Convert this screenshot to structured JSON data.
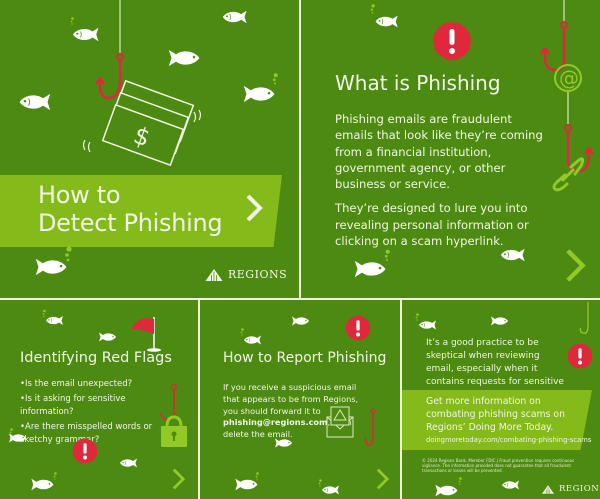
{
  "colors": {
    "panel_bg": "#4c8a12",
    "banner": "#84ba1a",
    "accent_red": "#e0283c",
    "text": "#f2f6e4",
    "icon_light_green": "#93c926",
    "divider": "#eef5d8"
  },
  "brand": {
    "logo_text": "Regions"
  },
  "panel1": {
    "title_line1": "How to",
    "title_line2": "Detect Phishing",
    "next_icon": "chevron-right"
  },
  "panel2": {
    "title": "What is Phishing",
    "paragraphs": [
      "Phishing emails are fraudulent emails that look like they’re coming from a financial institution, government agency, or other business or service.",
      "They’re designed to lure you into revealing personal information or clicking on a scam hyperlink."
    ],
    "next_icon": "chevron-right"
  },
  "panel3": {
    "title": "Identifying Red Flags",
    "items": [
      "Is the email unexpected?",
      "Is it asking for sensitive information?",
      "Are there misspelled words or sketchy grammar?"
    ],
    "next_icon": "chevron-right"
  },
  "panel4": {
    "title": "How to Report Phishing",
    "body_before": "If you receive a suspicious email that appears to be from Regions, you should forward it to ",
    "email": "phishing@regions.com",
    "body_after": ", then delete the email.",
    "next_icon": "chevron-right"
  },
  "panel5": {
    "body": "It’s a good practice to be skeptical when reviewing email, especially when it contains requests for sensitive information.",
    "cta": "Get more information on combating phishing scams on Regions’ Doing More Today.",
    "url": "doingmoretoday.com/combating-phishing-scams",
    "fine_print": "© 2024 Regions Bank. Member FDIC | Fraud prevention requires continuous vigilance. The information provided does not guarantee that all fraudulent transactions or losses will be prevented."
  }
}
